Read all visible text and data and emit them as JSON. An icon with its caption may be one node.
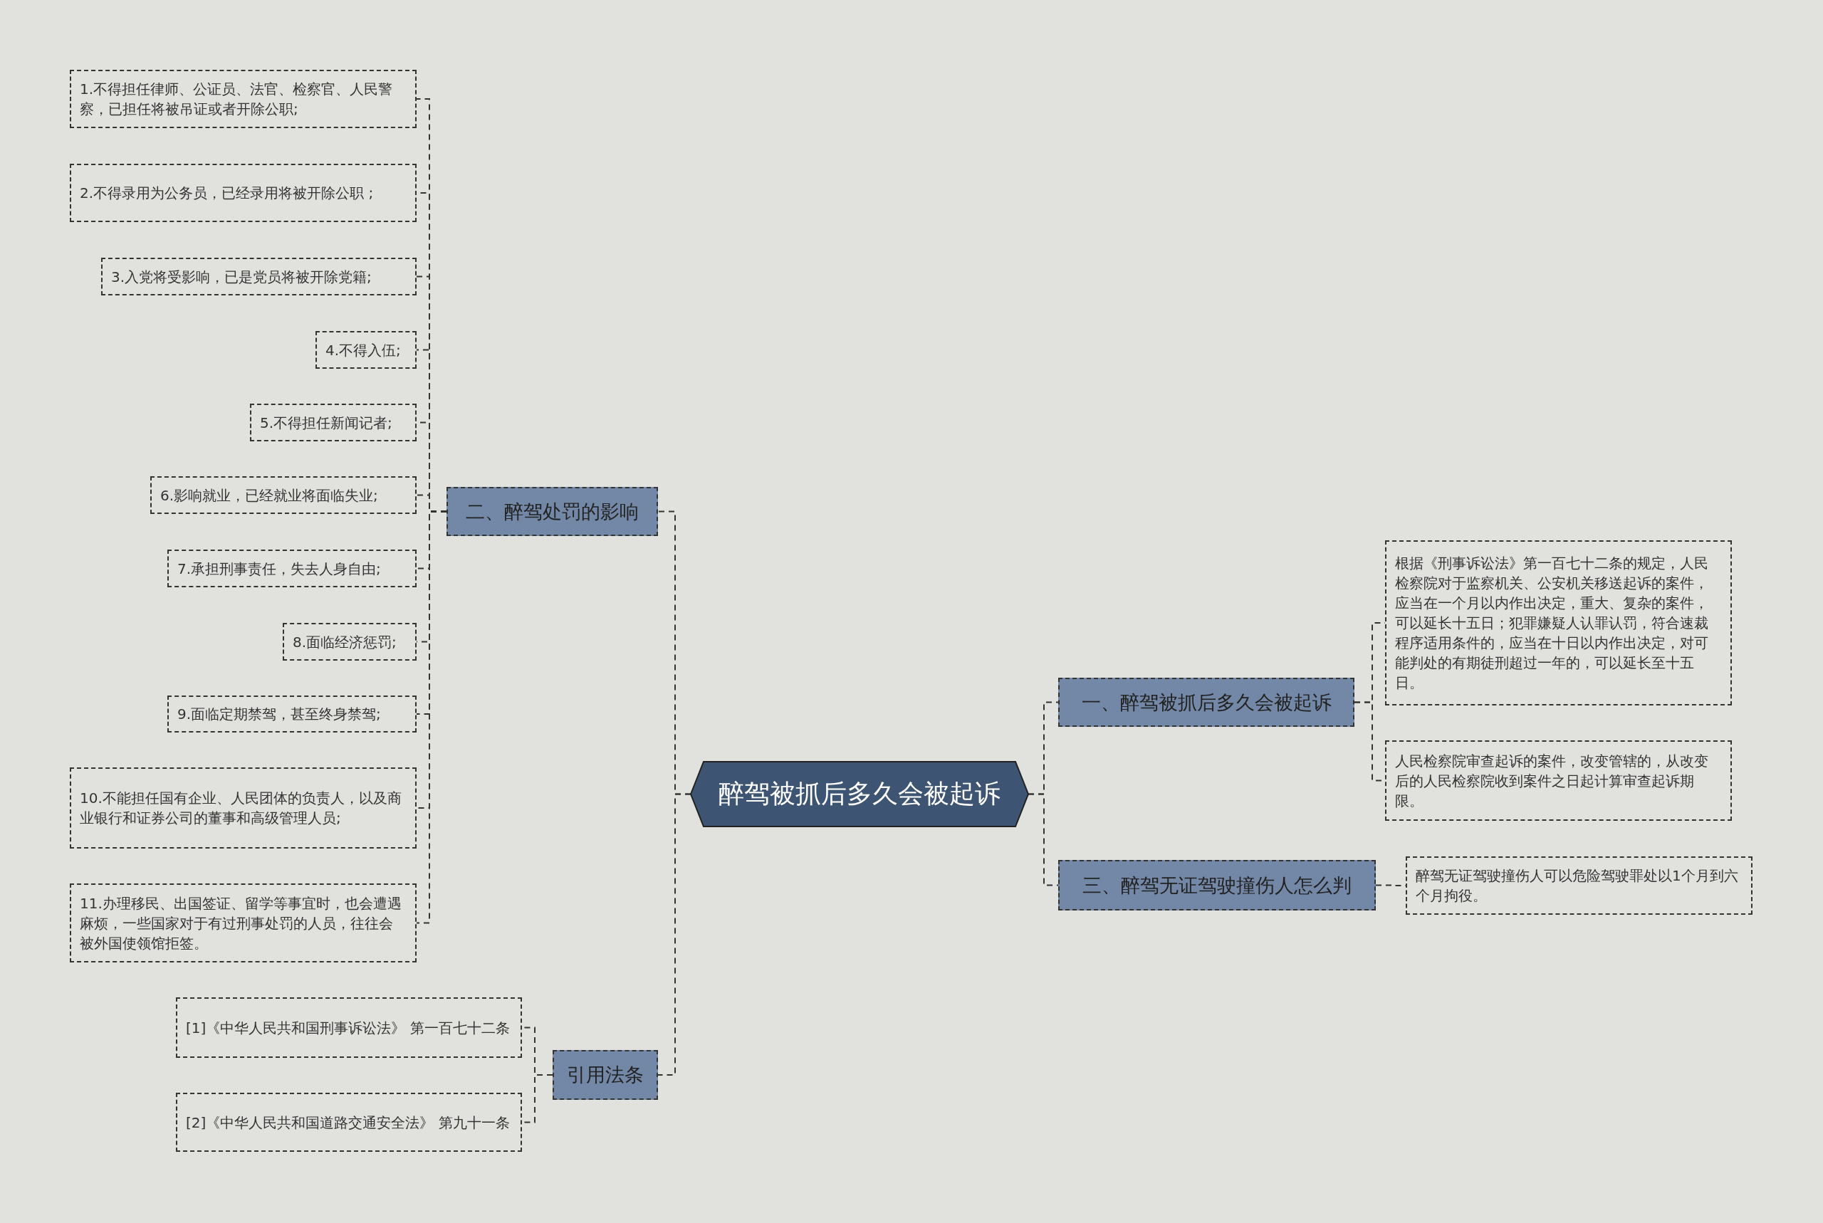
{
  "diagram": {
    "nodes": [
      {
        "text": [
          "醉驾被抓后多久会被起诉"
        ]
      },
      {
        "text": [
          "一、醉驾被抓后多久会被起诉"
        ]
      },
      {
        "text": [
          "根据《刑事诉讼法》第一百七十二条的规定，人民检察院对于监察机关、公安机关移送起诉的案件，应当在一个月以内作出决定，重大、复杂的案件，可以延长十五日；犯罪嫌疑人认罪认罚，符合速裁程序适用条件的，应当在十日以内作出决定，对可能判处的有期徒刑超过一年的，可以延长至十五日。"
        ]
      },
      {
        "text": [
          "人民检察院审查起诉的案件，改变管辖的，从改变后的人民检察院收到案件之日起计算审查起诉期限。"
        ]
      },
      {
        "text": [
          "三、醉驾无证驾驶撞伤人怎么判"
        ]
      },
      {
        "text": [
          "醉驾无证驾驶撞伤人可以危险驾驶罪处以1个月到六个月拘役。"
        ]
      },
      {
        "text": [
          "二、醉驾处罚的影响"
        ]
      },
      {
        "text": [
          "1.不得担任律师、公证员、法官、检察官、人民警察，已担任将被吊证或者开除公职;"
        ]
      },
      {
        "text": [
          "2.不得录用为公务员，已经录用将被开除公职 ;"
        ]
      },
      {
        "text": [
          "3.入党将受影响，已是党员将被开除党籍;"
        ]
      },
      {
        "text": [
          "4.不得入伍;"
        ]
      },
      {
        "text": [
          "5.不得担任新闻记者;"
        ]
      },
      {
        "text": [
          "6.影响就业，已经就业将面临失业;"
        ]
      },
      {
        "text": [
          "7.承担刑事责任，失去人身自由;"
        ]
      },
      {
        "text": [
          "8.面临经济惩罚;"
        ]
      },
      {
        "text": [
          "9.面临定期禁驾，甚至终身禁驾;"
        ]
      },
      {
        "text": [
          "10.不能担任国有企业、人民团体的负责人，以及商业银行和证券公司的董事和高级管理人员;"
        ]
      },
      {
        "text": [
          "11.办理移民、出国签证、留学等事宜时，也会遭遇麻烦，一些国家对于有过刑事处罚的人员，往往会被外国使领馆拒签。"
        ]
      },
      {
        "text": [
          "引用法条"
        ]
      },
      {
        "text": [
          "[1]《中华人民共和国刑事诉讼法》 第一百七十二条"
        ]
      },
      {
        "text": [
          "[2]《中华人民共和国道路交通安全法》 第九十一条"
        ]
      }
    ],
    "edges": [
      {
        "from": 0,
        "to": 1,
        "arrow": "none",
        "style": "dashed"
      },
      {
        "from": 1,
        "to": 2,
        "arrow": "none",
        "style": "dashed"
      },
      {
        "from": 1,
        "to": 3,
        "arrow": "none",
        "style": "dashed"
      },
      {
        "from": 0,
        "to": 4,
        "arrow": "none",
        "style": "dashed"
      },
      {
        "from": 4,
        "to": 5,
        "arrow": "none",
        "style": "dashed"
      },
      {
        "from": 0,
        "to": 6,
        "arrow": "none",
        "style": "dashed"
      },
      {
        "from": 6,
        "to": 7,
        "arrow": "none",
        "style": "dashed"
      },
      {
        "from": 6,
        "to": 8,
        "arrow": "none",
        "style": "dashed"
      },
      {
        "from": 6,
        "to": 9,
        "arrow": "none",
        "style": "dashed"
      },
      {
        "from": 6,
        "to": 10,
        "arrow": "none",
        "style": "dashed"
      },
      {
        "from": 6,
        "to": 11,
        "arrow": "none",
        "style": "dashed"
      },
      {
        "from": 6,
        "to": 12,
        "arrow": "none",
        "style": "dashed"
      },
      {
        "from": 6,
        "to": 13,
        "arrow": "none",
        "style": "dashed"
      },
      {
        "from": 6,
        "to": 14,
        "arrow": "none",
        "style": "dashed"
      },
      {
        "from": 6,
        "to": 15,
        "arrow": "none",
        "style": "dashed"
      },
      {
        "from": 6,
        "to": 16,
        "arrow": "none",
        "style": "dashed"
      },
      {
        "from": 6,
        "to": 17,
        "arrow": "none",
        "style": "dashed"
      },
      {
        "from": 0,
        "to": 18,
        "arrow": "none",
        "style": "dashed"
      },
      {
        "from": 18,
        "to": 19,
        "arrow": "none",
        "style": "dashed"
      },
      {
        "from": 18,
        "to": 20,
        "arrow": "none",
        "style": "dashed"
      }
    ]
  }
}
